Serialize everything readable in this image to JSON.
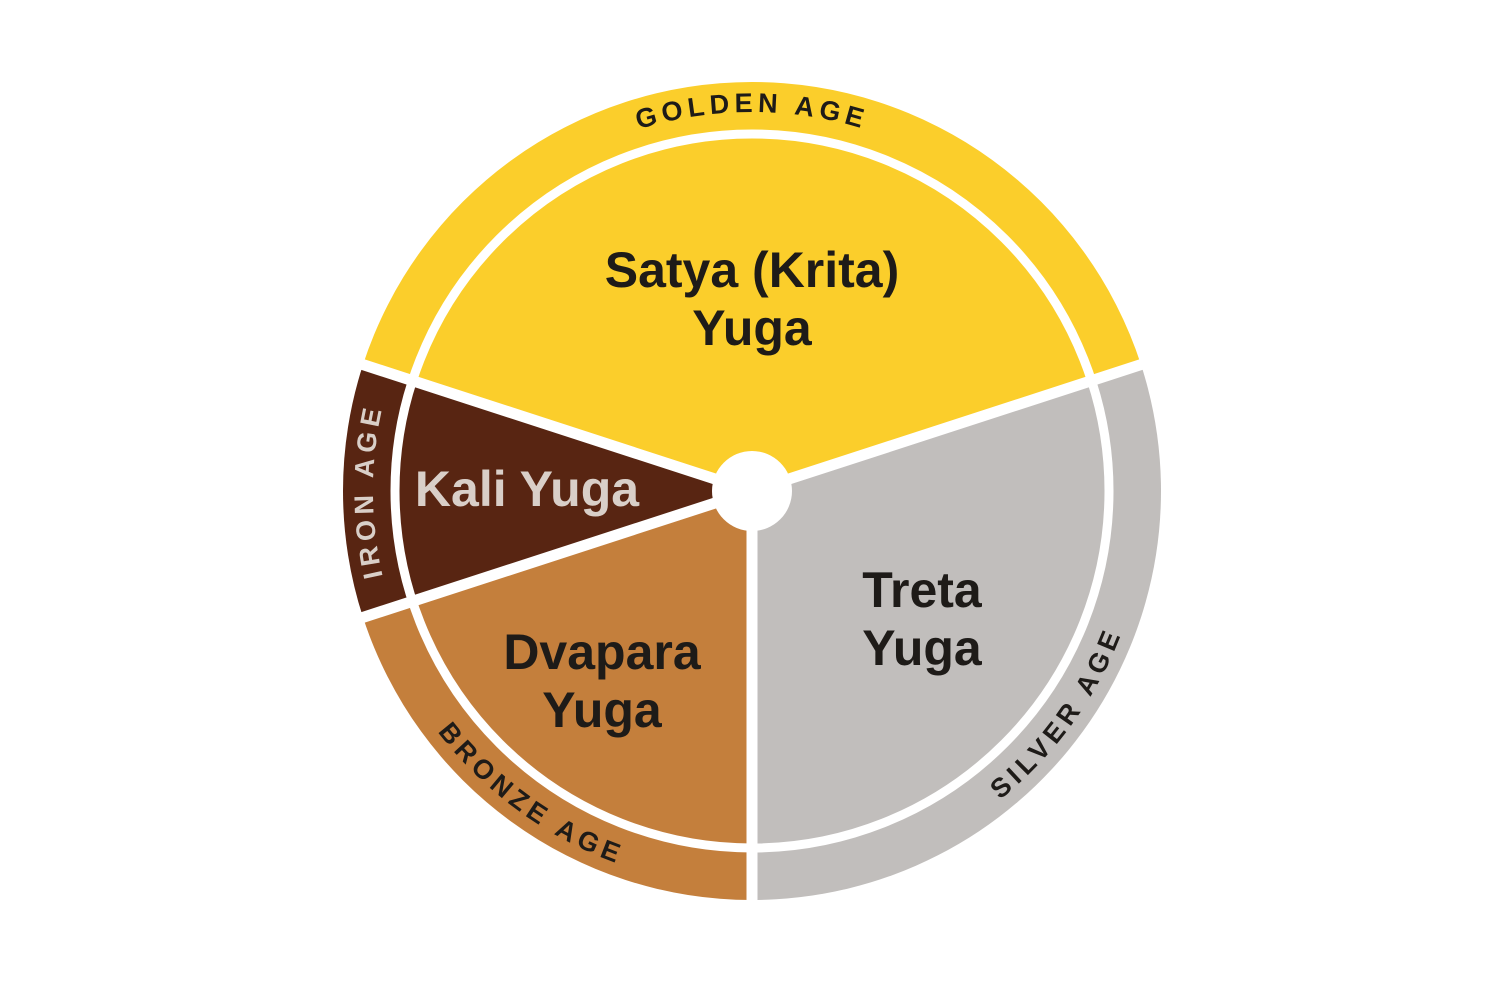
{
  "background_color": "#FFFFFF",
  "separator_color": "#FFFFFF",
  "chart_data": {
    "type": "pie",
    "style": "wheel-with-outer-band-and-center-hole",
    "legend_position": "none",
    "grid": false,
    "total_arc_degrees": 360,
    "segments": [
      {
        "id": "satya",
        "label_lines": [
          "Satya (Krita)",
          "Yuga"
        ],
        "band_label": "GOLDEN AGE",
        "start_deg": -72,
        "end_deg": 72,
        "arc_degrees": 144,
        "ratio": 4,
        "color": "#FBCE2B",
        "text_color": "#1E1B18",
        "band_text_color": "#1E1B18"
      },
      {
        "id": "treta",
        "label_lines": [
          "Treta",
          "Yuga"
        ],
        "band_label": "SILVER AGE",
        "start_deg": 72,
        "end_deg": 180,
        "arc_degrees": 108,
        "ratio": 3,
        "color": "#C1BEBC",
        "text_color": "#1E1B18",
        "band_text_color": "#1E1B18"
      },
      {
        "id": "dvapara",
        "label_lines": [
          "Dvapara",
          "Yuga"
        ],
        "band_label": "BRONZE AGE",
        "start_deg": 180,
        "end_deg": 252,
        "arc_degrees": 72,
        "ratio": 2,
        "color": "#C47F3C",
        "text_color": "#1E1B18",
        "band_text_color": "#1E1B18"
      },
      {
        "id": "kali",
        "label_lines": [
          "Kali Yuga"
        ],
        "band_label": "IRON AGE",
        "start_deg": 252,
        "end_deg": 288,
        "arc_degrees": 36,
        "ratio": 1,
        "color": "#582512",
        "text_color": "#D9CFC8",
        "band_text_color": "#D9CFC8"
      }
    ]
  }
}
